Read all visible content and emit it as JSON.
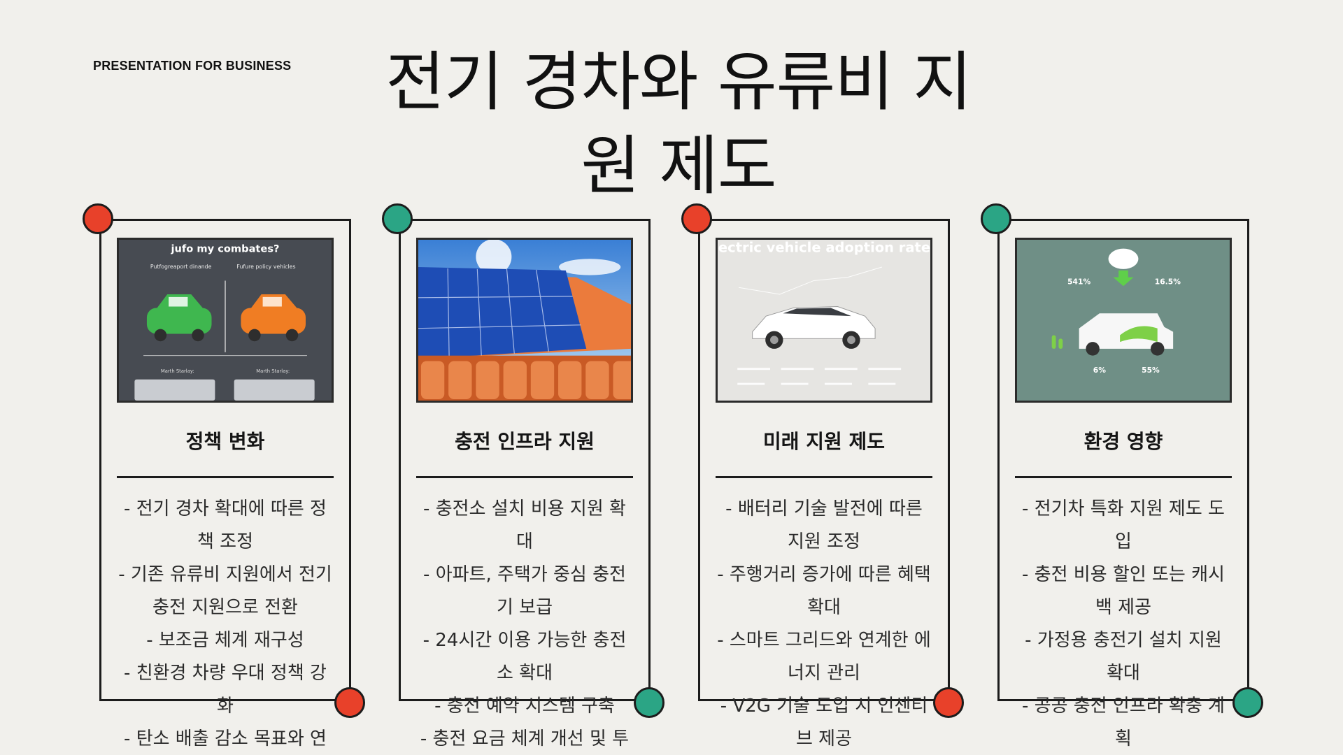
{
  "header": {
    "brand": "PRESENTATION FOR BUSINESS",
    "title": "전기 경차와 유류비 지원 제도"
  },
  "colors": {
    "red": "#e8412a",
    "green": "#2ba585",
    "bg": "#f1f0ec"
  },
  "cards": [
    {
      "title": "정책 변화",
      "image": {
        "heading": "jufo my combates?",
        "left_label": "Putfogreaport dinande",
        "right_label": "Fufure policy vehicles",
        "bottom_left": "Marth Starlay:",
        "bottom_right": "Marth Starlay:"
      },
      "bullets": [
        "- 전기 경차 확대에 따른 정책 조정",
        "- 기존 유류비 지원에서 전기 충전 지원으로 전환",
        "- 보조금 체계 재구성",
        "- 친환경 차량 우대 정책 강화",
        "- 탄소 배출 감소 목표와 연"
      ]
    },
    {
      "title": "충전 인프라 지원",
      "bullets": [
        "- 충전소 설치 비용 지원 확대",
        "- 아파트, 주택가 중심 충전기 보급",
        "- 24시간 이용 가능한 충전소 확대",
        "- 충전 예약 시스템 구축",
        "- 충전 요금 체계 개선 및 투"
      ]
    },
    {
      "title": "미래 지원 제도",
      "image": {
        "heading": "Electric vehicle adoption rates."
      },
      "bullets": [
        "- 배터리 기술 발전에 따른 지원 조정",
        "- 주행거리 증가에 따른 혜택 확대",
        "- 스마트 그리드와 연계한 에너지 관리",
        "- V2G 기술 도입 시 인센티브 제공"
      ]
    },
    {
      "title": "환경 영향",
      "image": {
        "stat1": "541%",
        "stat2": "16.5%",
        "stat3": "6%",
        "stat4": "55%"
      },
      "bullets": [
        "- 전기차 특화 지원 제도 도입",
        "- 충전 비용 할인 또는 캐시백 제공",
        "- 가정용 충전기 설치 지원 확대",
        "- 공공 충전 인프라 확충 계획"
      ]
    }
  ]
}
